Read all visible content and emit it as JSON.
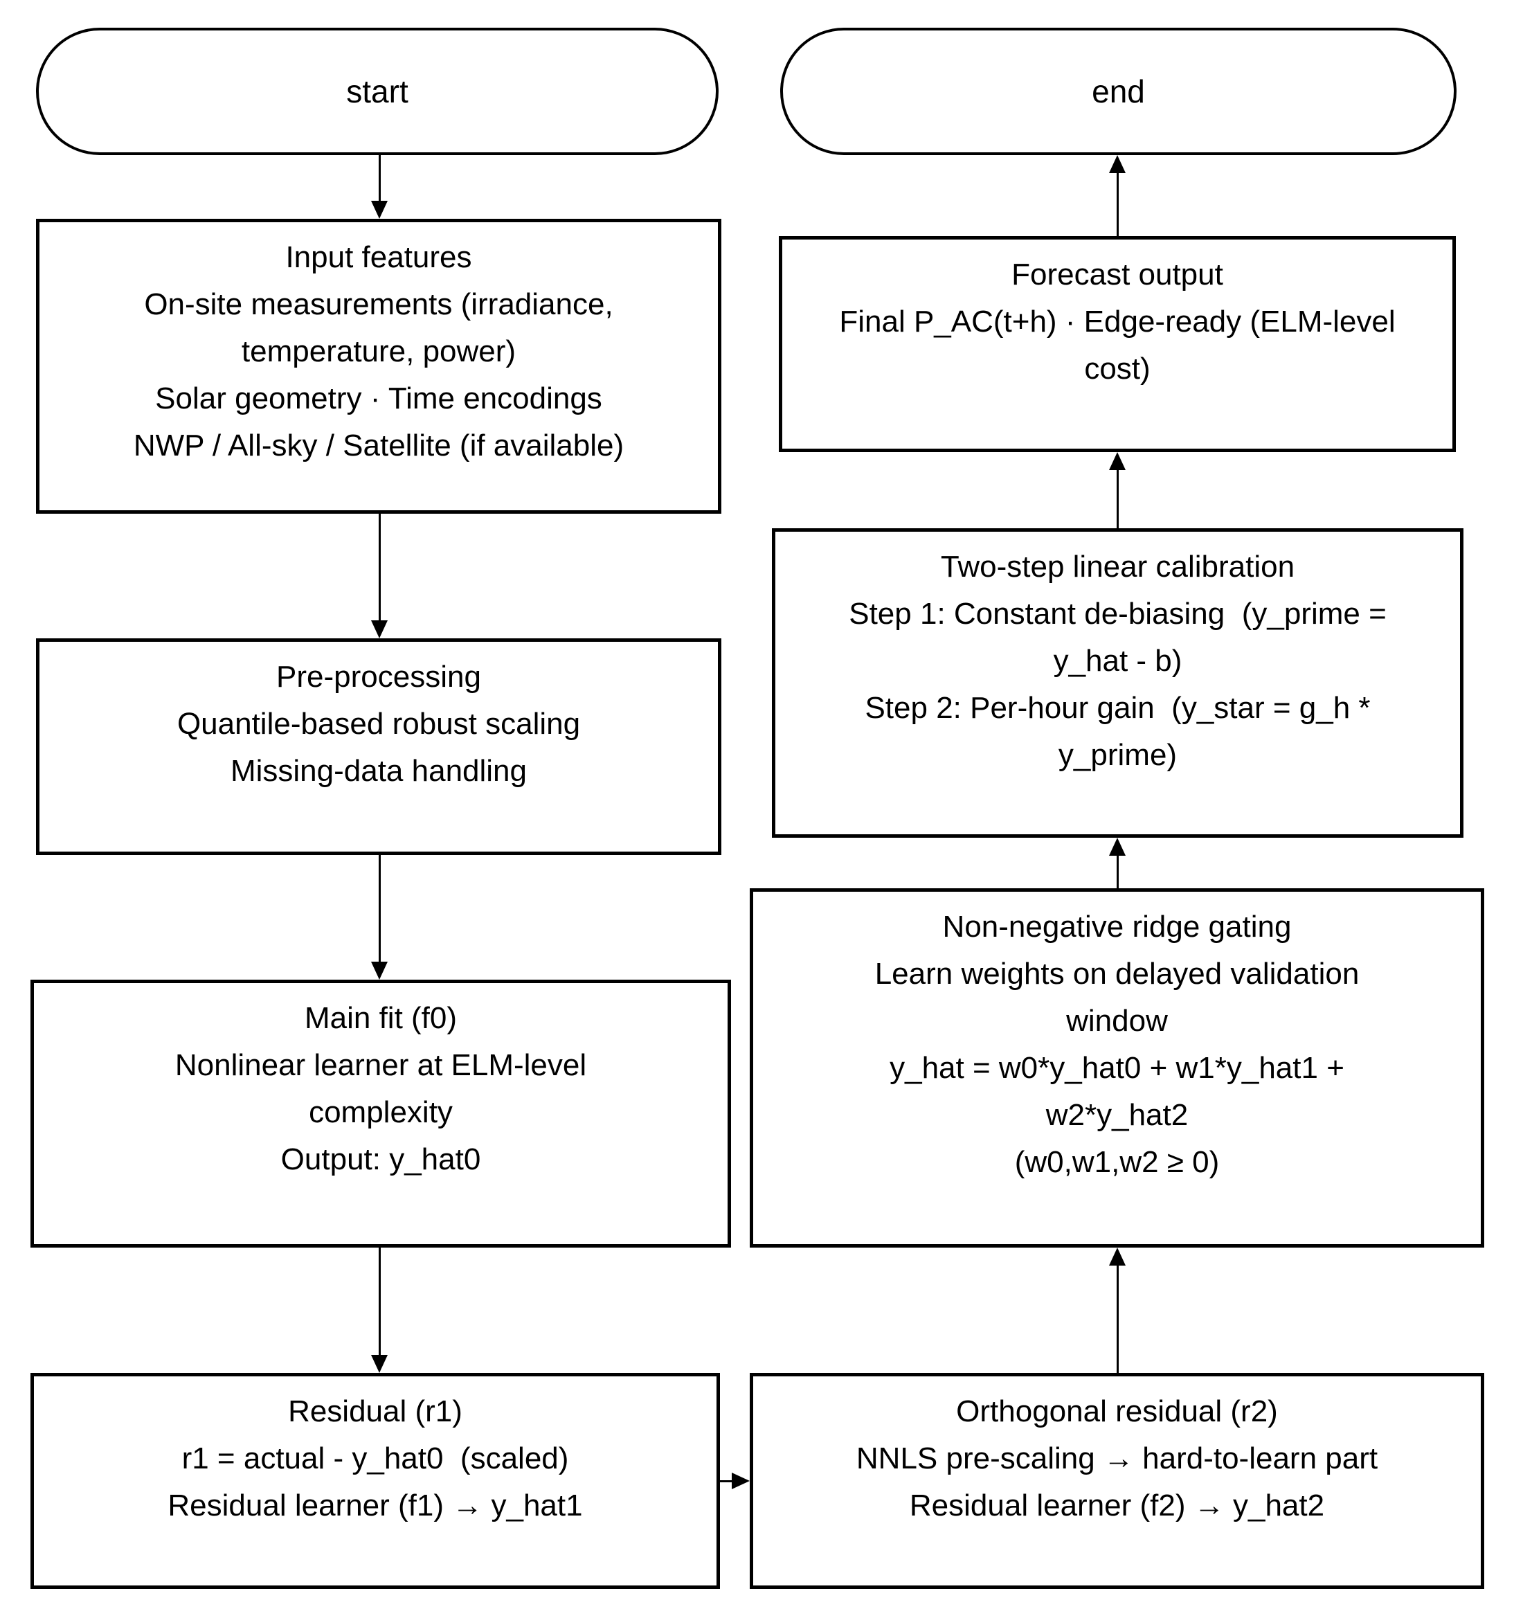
{
  "diagram": {
    "type": "flowchart",
    "colors": {
      "stroke": "#000000",
      "fill": "#ffffff",
      "text": "#000000"
    },
    "nodes": {
      "start": {
        "label": "start"
      },
      "end": {
        "label": "end"
      },
      "input_features": {
        "lines": [
          "Input features",
          "On-site measurements (irradiance,",
          "temperature, power)",
          "Solar geometry · Time encodings",
          "NWP / All-sky / Satellite (if available)"
        ]
      },
      "preprocessing": {
        "lines": [
          "Pre-processing",
          "Quantile-based robust scaling",
          "Missing-data handling"
        ]
      },
      "main_fit": {
        "lines": [
          "Main fit (f0)",
          "Nonlinear learner at ELM-level",
          "complexity",
          "Output: y_hat0"
        ]
      },
      "residual_r1": {
        "lines": [
          "Residual (r1)",
          "r1 = actual - y_hat0  (scaled)",
          "Residual learner (f1) → y_hat1"
        ]
      },
      "forecast_output": {
        "lines": [
          "Forecast output",
          "Final P_AC(t+h) · Edge-ready (ELM-level",
          "cost)"
        ]
      },
      "calibration": {
        "lines": [
          "Two-step linear calibration",
          "Step 1: Constant de-biasing  (y_prime =",
          "y_hat - b)",
          "Step 2: Per-hour gain  (y_star = g_h *",
          "y_prime)"
        ]
      },
      "ridge_gating": {
        "lines": [
          "Non-negative ridge gating",
          "Learn weights on delayed validation",
          "window",
          "y_hat = w0*y_hat0 + w1*y_hat1 +",
          "w2*y_hat2",
          "(w0,w1,w2 ≥ 0)"
        ]
      },
      "residual_r2": {
        "lines": [
          "Orthogonal residual (r2)",
          "NNLS pre-scaling → hard-to-learn part",
          "Residual learner (f2) → y_hat2"
        ]
      }
    }
  }
}
